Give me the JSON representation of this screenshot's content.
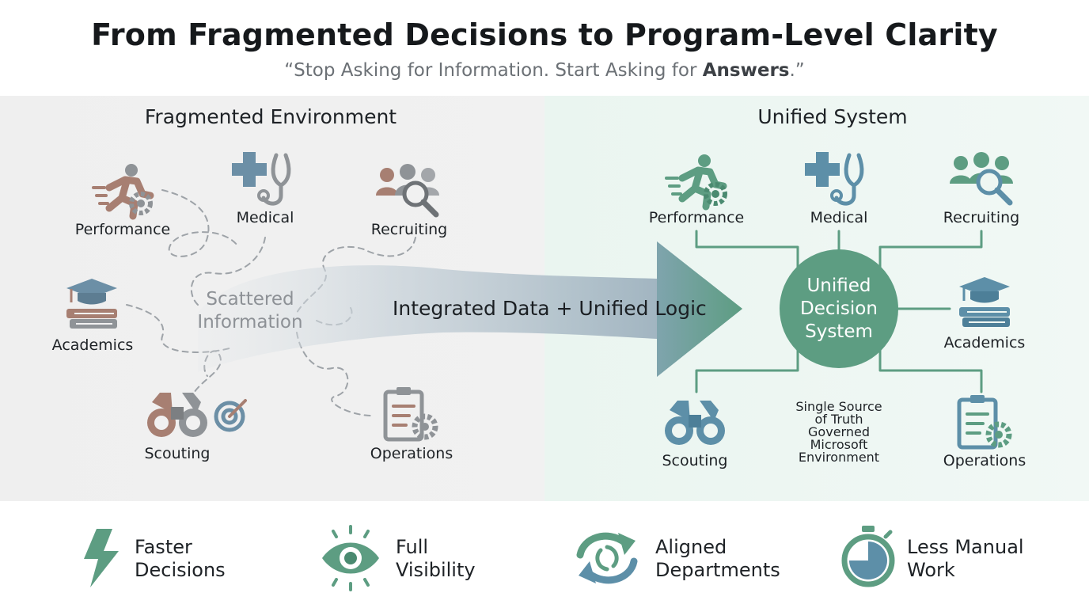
{
  "header": {
    "title": "From Fragmented Decisions to Program-Level Clarity",
    "subtitle_prefix": "“Stop Asking for Information. Start Asking for ",
    "subtitle_emphasis": "Answers",
    "subtitle_suffix": ".”"
  },
  "left": {
    "heading": "Fragmented Environment",
    "scattered_line1": "Scattered",
    "scattered_line2": "Information",
    "nodes": {
      "performance": "Performance",
      "medical": "Medical",
      "recruiting": "Recruiting",
      "academics": "Academics",
      "scouting": "Scouting",
      "operations": "Operations"
    }
  },
  "flow": {
    "label": "Integrated Data + Unified Logic"
  },
  "right": {
    "heading": "Unified System",
    "hub_line1": "Unified",
    "hub_line2": "Decision",
    "hub_line3": "System",
    "truth_lines": [
      "Single Source",
      "of Truth",
      "Governed",
      "Microsoft",
      "Environment"
    ],
    "nodes": {
      "performance": "Performance",
      "medical": "Medical",
      "recruiting": "Recruiting",
      "academics": "Academics",
      "scouting": "Scouting",
      "operations": "Operations"
    }
  },
  "benefits": [
    {
      "icon": "lightning-icon",
      "line1": "Faster",
      "line2": "Decisions"
    },
    {
      "icon": "eye-icon",
      "line1": "Full",
      "line2": "Visibility"
    },
    {
      "icon": "sync-arrows-icon",
      "line1": "Aligned",
      "line2": "Departments"
    },
    {
      "icon": "stopwatch-icon",
      "line1": "Less Manual",
      "line2": "Work"
    }
  ],
  "colors": {
    "green": "#5d9d82",
    "green_dark": "#4a8a70",
    "teal_blue": "#5d8fa8",
    "clay": "#a77f72",
    "arrow": "#9aabb8",
    "gray_icon": "#8f9397"
  }
}
